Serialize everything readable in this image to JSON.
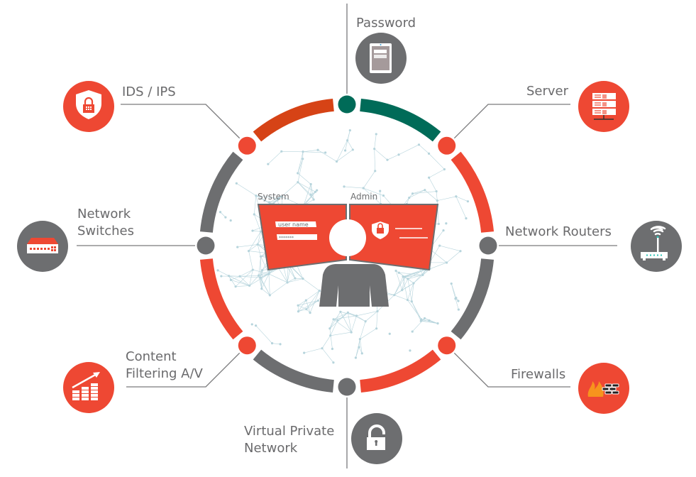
{
  "title": "Network security components diagram",
  "colors": {
    "red": "#ee4833",
    "dark_orange": "#d64316",
    "teal": "#006b58",
    "gray": "#6d6e70",
    "line": "#7a7a7c",
    "network_dots": "#b6d4dc"
  },
  "center": {
    "screens": {
      "system_label": "System",
      "admin_label": "Admin",
      "username_field": "user name",
      "password_field": "*******"
    }
  },
  "ring_segments": [
    {
      "from": "Password",
      "to": "Server",
      "color": "teal"
    },
    {
      "from": "Server",
      "to": "Network Routers",
      "color": "red"
    },
    {
      "from": "Network Routers",
      "to": "Firewalls",
      "color": "gray"
    },
    {
      "from": "Firewalls",
      "to": "Virtual Private Network",
      "color": "red"
    },
    {
      "from": "Virtual Private Network",
      "to": "Content Filtering A/V",
      "color": "gray"
    },
    {
      "from": "Content Filtering A/V",
      "to": "Network Switches",
      "color": "red"
    },
    {
      "from": "Network Switches",
      "to": "IDS / IPS",
      "color": "gray"
    },
    {
      "from": "IDS / IPS",
      "to": "Password",
      "color": "dark_orange"
    }
  ],
  "components": [
    {
      "id": "password",
      "label": "Password",
      "icon": "tablet-login-icon",
      "node_color": "teal",
      "icon_color": "gray"
    },
    {
      "id": "server",
      "label": "Server",
      "icon": "server-rack-icon",
      "node_color": "red",
      "icon_color": "red"
    },
    {
      "id": "routers",
      "label": "Network Routers",
      "icon": "wifi-router-icon",
      "node_color": "gray",
      "icon_color": "gray"
    },
    {
      "id": "firewalls",
      "label": "Firewalls",
      "icon": "firewall-flame-icon",
      "node_color": "red",
      "icon_color": "red"
    },
    {
      "id": "vpn",
      "label": "Virtual Private\nNetwork",
      "icon": "unlocked-padlock-icon",
      "node_color": "gray",
      "icon_color": "gray"
    },
    {
      "id": "content",
      "label": "Content\nFiltering A/V",
      "icon": "growth-chart-icon",
      "node_color": "red",
      "icon_color": "red"
    },
    {
      "id": "switches",
      "label": "Network\nSwitches",
      "icon": "network-switch-icon",
      "node_color": "gray",
      "icon_color": "gray"
    },
    {
      "id": "ids",
      "label": "IDS / IPS",
      "icon": "shield-lock-icon",
      "node_color": "red",
      "icon_color": "red"
    }
  ]
}
